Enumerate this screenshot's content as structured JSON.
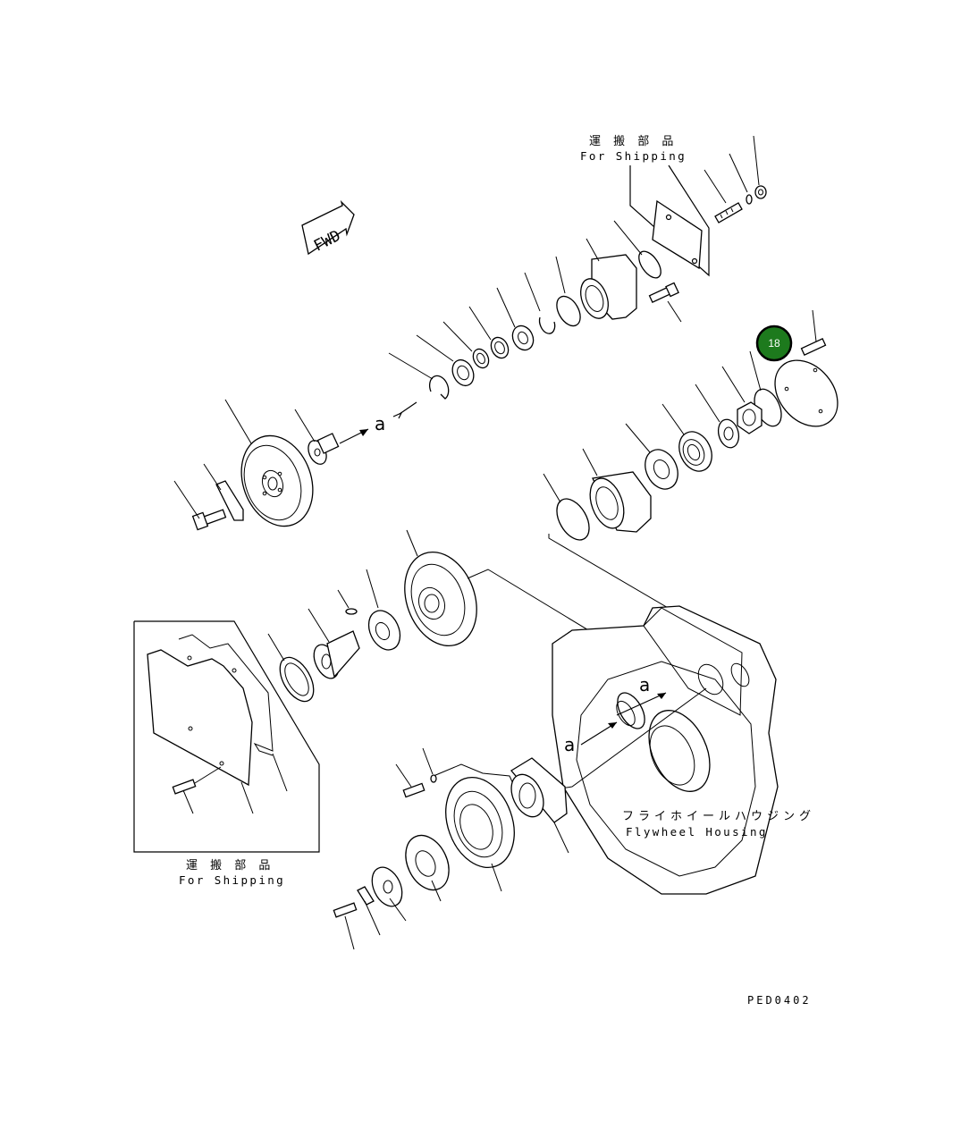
{
  "drawing_code": "PED0402",
  "fwd_label": "FWD",
  "callouts": {
    "selected_badge": "18",
    "arrow_a_label": "a"
  },
  "shipping_top": {
    "jp": "運 搬 部 品",
    "en": "For Shipping"
  },
  "shipping_bottom": {
    "jp": "運 搬 部 品",
    "en": "For Shipping"
  },
  "flywheel_housing": {
    "jp": "フライホイールハウジング",
    "en": "Flywheel Housing"
  },
  "colors": {
    "badge_fill": "#1d7a1d",
    "badge_text": "#ffffff",
    "line": "#000000"
  }
}
